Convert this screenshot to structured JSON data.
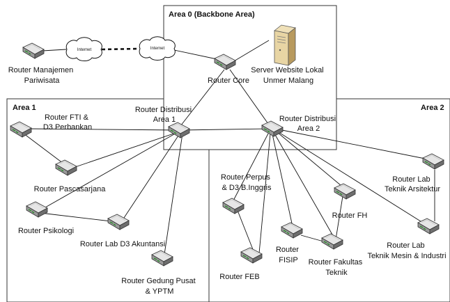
{
  "areas": {
    "area0": "Area 0 (Backbone Area)",
    "area1": "Area 1",
    "area2": "Area 2"
  },
  "clouds": [
    "Internet",
    "Internet"
  ],
  "labels": {
    "manajemen": [
      "Router Manajemen",
      "Pariwisata"
    ],
    "server": [
      "Server Website Lokal",
      "Unmer Malang"
    ],
    "core": [
      "Router Core"
    ],
    "distribusi1": [
      "Router Distribusi",
      "Area 1"
    ],
    "distribusi2": [
      "Router Distribusi",
      "Area 2"
    ],
    "fti": [
      "Router FTI &",
      "D3 Perbankan"
    ],
    "pasca": [
      "Router Pascasarjana"
    ],
    "psikologi": [
      "Router Psikologi"
    ],
    "akuntansi": [
      "Router Lab D3 Akuntansi"
    ],
    "gedung": [
      "Router Gedung Pusat",
      "& YPTM"
    ],
    "perpus": [
      "Router Perpus",
      "& D3 B.Inggris"
    ],
    "feb": [
      "Router FEB"
    ],
    "fisip": [
      "Router",
      "FISIP"
    ],
    "fakultas_teknik": [
      "Router Fakultas",
      "Teknik"
    ],
    "fh": [
      "Router FH"
    ],
    "lab_arsitektur": [
      "Router Lab",
      "Teknik Arsitektur"
    ],
    "lab_mesin": [
      "Router Lab",
      "Teknik Mesin & Industri"
    ]
  }
}
